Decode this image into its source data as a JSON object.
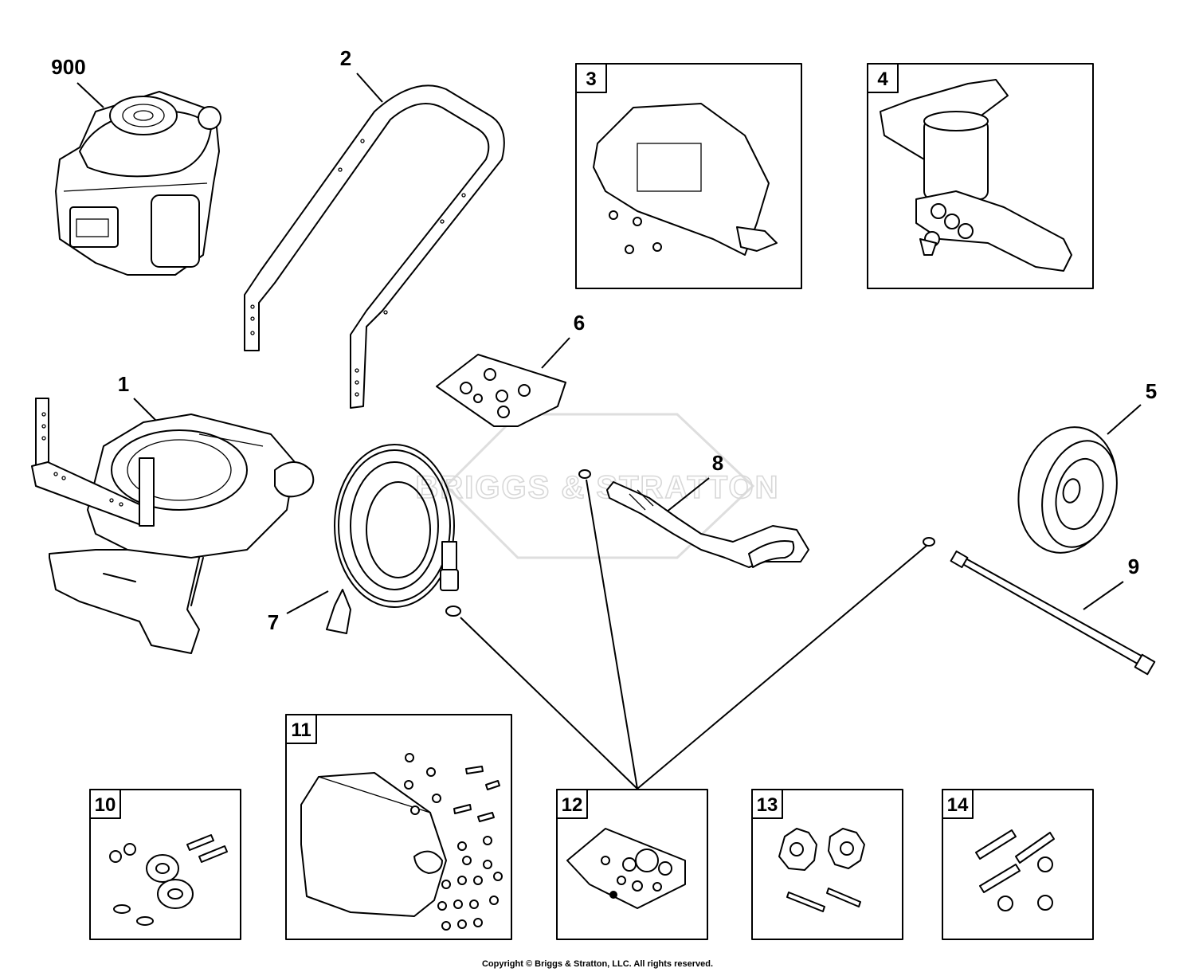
{
  "watermark": "BRIGGS & STRATTON",
  "copyright": "Copyright © Briggs & Stratton, LLC. All rights reserved.",
  "callouts": [
    {
      "id": "900",
      "label": "900"
    },
    {
      "id": "1",
      "label": "1"
    },
    {
      "id": "2",
      "label": "2"
    },
    {
      "id": "5",
      "label": "5"
    },
    {
      "id": "6",
      "label": "6"
    },
    {
      "id": "7",
      "label": "7"
    },
    {
      "id": "8",
      "label": "8"
    },
    {
      "id": "9",
      "label": "9"
    }
  ],
  "kits": [
    {
      "id": "3",
      "label": "3"
    },
    {
      "id": "4",
      "label": "4"
    },
    {
      "id": "10",
      "label": "10"
    },
    {
      "id": "11",
      "label": "11"
    },
    {
      "id": "12",
      "label": "12"
    },
    {
      "id": "13",
      "label": "13"
    },
    {
      "id": "14",
      "label": "14"
    }
  ]
}
